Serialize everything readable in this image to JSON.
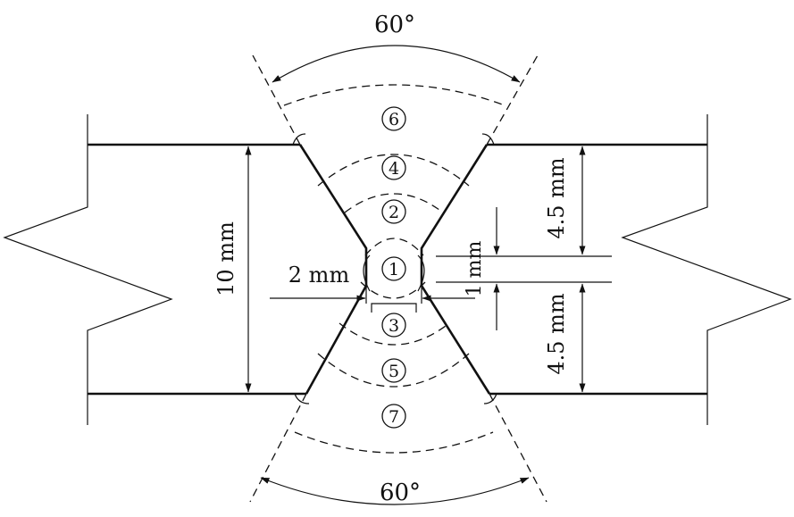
{
  "labels": {
    "angle_top": "60°",
    "angle_bottom": "60°",
    "thickness": "10 mm",
    "root_gap": "2 mm",
    "root_face": "1 mm",
    "upper_depth": "4.5 mm",
    "lower_depth": "4.5 mm"
  },
  "passes": [
    "1",
    "2",
    "3",
    "4",
    "5",
    "6",
    "7"
  ]
}
